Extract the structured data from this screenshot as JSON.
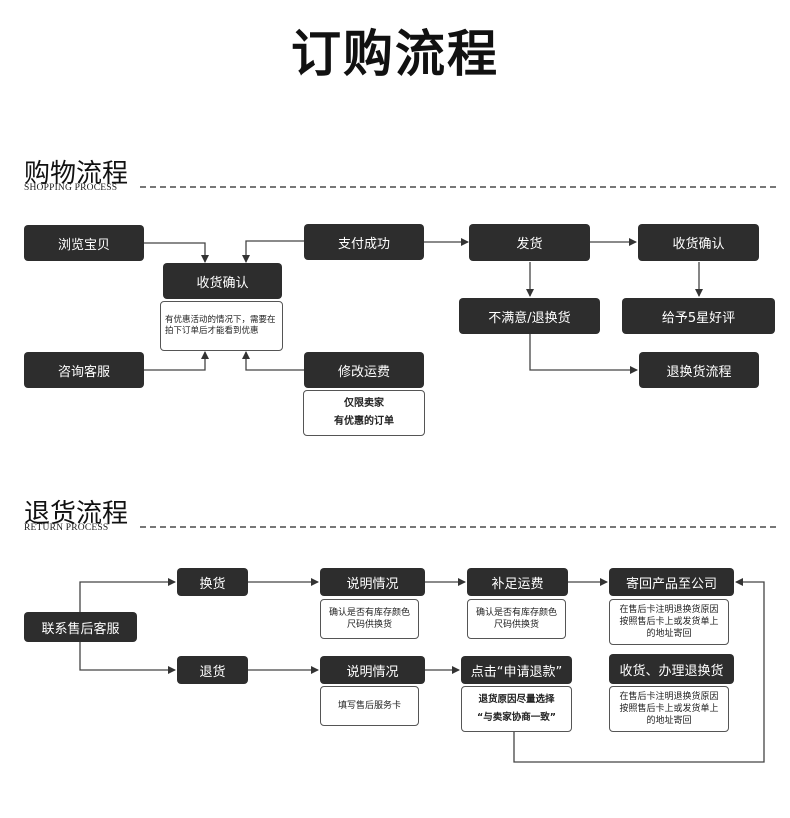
{
  "page_title": "订购流程",
  "shopping": {
    "title": "购物流程",
    "subtitle": "SHOPPING PROCESS",
    "browse": "浏览宝贝",
    "confirm_receipt": "收货确认",
    "confirm_note": "有优惠活动的情况下，需要在拍下订单后才能看到优惠",
    "consult": "咨询客服",
    "paid": "支付成功",
    "modify_shipping": "修改运费",
    "modify_note": "仅限卖家\n有优惠的订单",
    "ship": "发货",
    "unsatisfied": "不满意/退换货",
    "received_confirm": "收货确认",
    "five_star": "给予5星好评",
    "return_flow": "退换货流程"
  },
  "returns": {
    "title": "退货流程",
    "subtitle": "RETURN PROCESS",
    "contact": "联系售后客服",
    "exchange": "换货",
    "explain1": "说明情况",
    "explain1_note": "确认是否有库存颜色\n尺码供换货",
    "pay_shipping": "补足运费",
    "pay_shipping_note": "确认是否有库存颜色\n尺码供换货",
    "send_back": "寄回产品至公司",
    "send_back_note": "在售后卡注明退换货原因\n按照售后卡上或发货单上\n的地址寄回",
    "refund": "退货",
    "explain2": "说明情况",
    "explain2_note": "填写售后服务卡",
    "apply_refund": "点击“申请退款”",
    "apply_note": "退货原因尽量选择\n“与卖家协商一致”",
    "receive_process": "收货、办理退换货",
    "receive_note": "在售后卡注明退换货原因\n按照售后卡上或发货单上\n的地址寄回"
  }
}
